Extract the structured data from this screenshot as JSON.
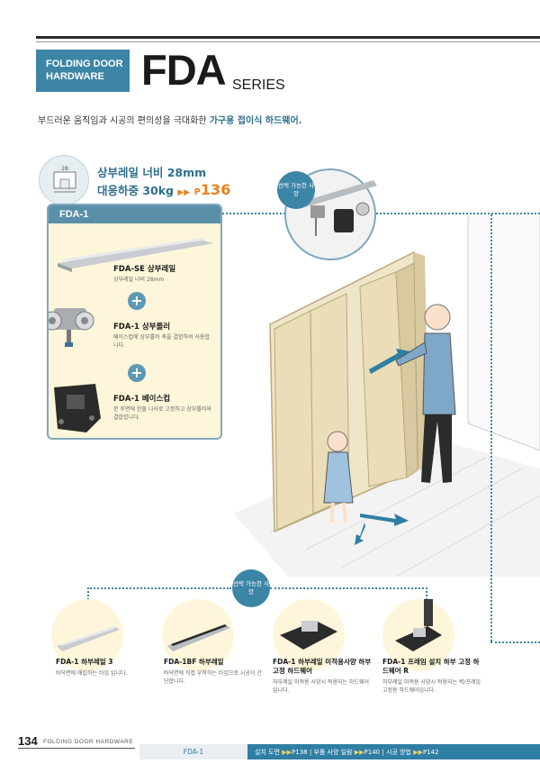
{
  "header": {
    "badge_line1": "FOLDING DOOR",
    "badge_line2": "HARDWARE",
    "title": "FDA",
    "series": "SERIES",
    "subtitle_plain": "부드러운 움직임과 시공의 편의성을 극대화한 ",
    "subtitle_bold": "가구용 접이식 하드웨어."
  },
  "spec": {
    "rail_icon_value": "28",
    "line1": "상부레일 너비 28mm",
    "line2": "대응하중 30kg",
    "arrows": "▶▶",
    "page_prefix": "P",
    "page": "136"
  },
  "panel": {
    "title": "FDA-1",
    "items": [
      {
        "name": "FDA-SE 상부레일",
        "desc": "상부레일 너비 28mm"
      },
      {
        "name": "FDA-1 상부롤러",
        "desc": "베이스컵에 상부롤러 축을 결합하여 사용합니다."
      },
      {
        "name": "FDA-1 베이스컵",
        "desc": "문 후면에 한줄 나사로 고정하고 상부롤러와 결합합니다."
      }
    ],
    "plus": "+"
  },
  "select_top": "선택 가능한 사양",
  "select_bottom": "선택 가능한 사양",
  "bottom_items": [
    {
      "name": "FDA-1 하부레일 3",
      "desc": "바닥면에 매립하는 타입 입니다."
    },
    {
      "name": "FDA-1BF 하부레일",
      "desc": "바닥면에 직접 부착하는 타입으로 시공이 간단합니다."
    },
    {
      "name": "FDA-1 하부레일 미적용사양 하부고정 하드웨어",
      "desc": "하부레일 미적용 사양시 적용되는 하드웨어입니다."
    },
    {
      "name": "FDA-1 프레임 설치 하부 고정 하드웨어 R",
      "desc": "하부레일 미적용 사양시 적용되는 벽/프레임 고정용 하드웨어입니다."
    }
  ],
  "footer": {
    "page_number": "134",
    "label": "FOLDING DOOR HARDWARE",
    "tab": "FDA-1",
    "link1": "설치 도면",
    "link1_page": "P138",
    "link2": "부품 사양 일람",
    "link2_page": "P140",
    "link3": "시공 방법",
    "link3_page": "P142",
    "arrows": "▶▶",
    "sep": "|"
  },
  "colors": {
    "accent": "#3d85a6",
    "orange": "#e8831c",
    "panel_bg": "#fdf6da"
  }
}
